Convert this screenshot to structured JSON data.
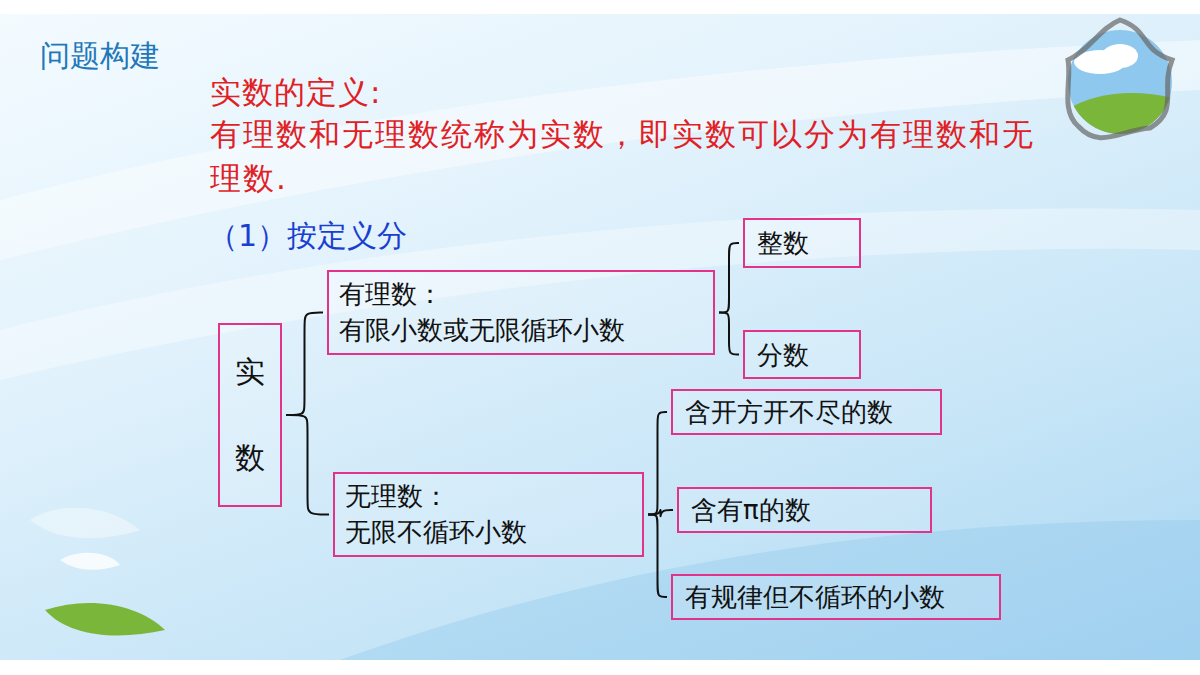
{
  "diagram": {
    "title": "问题构建",
    "nodes": [
      {
        "text": [
          "实数"
        ]
      },
      {
        "text": [
          "有理数：",
          "有限小数或无限循环小数"
        ]
      },
      {
        "text": [
          "整数"
        ]
      },
      {
        "text": [
          "分数"
        ]
      },
      {
        "text": [
          "无理数：",
          "无限不循环小数"
        ]
      },
      {
        "text": [
          "含开方开不尽的数"
        ]
      },
      {
        "text": [
          "含有π的数"
        ]
      },
      {
        "text": [
          "有规律但不循环的小数"
        ]
      }
    ],
    "edges": [
      {
        "from": 0,
        "to": 1,
        "arrow": "none"
      },
      {
        "from": 0,
        "to": 4,
        "arrow": "none"
      },
      {
        "from": 1,
        "to": 2,
        "arrow": "none"
      },
      {
        "from": 1,
        "to": 3,
        "arrow": "none"
      },
      {
        "from": 4,
        "to": 5,
        "arrow": "none"
      },
      {
        "from": 4,
        "to": 6,
        "arrow": "none"
      },
      {
        "from": 4,
        "to": 7,
        "arrow": "none"
      }
    ],
    "labels": [
      "实数的定义:",
      "有理数和无理数统称为实数，即实数可以分为有理数和无理数.",
      "（1）按定义分"
    ]
  }
}
